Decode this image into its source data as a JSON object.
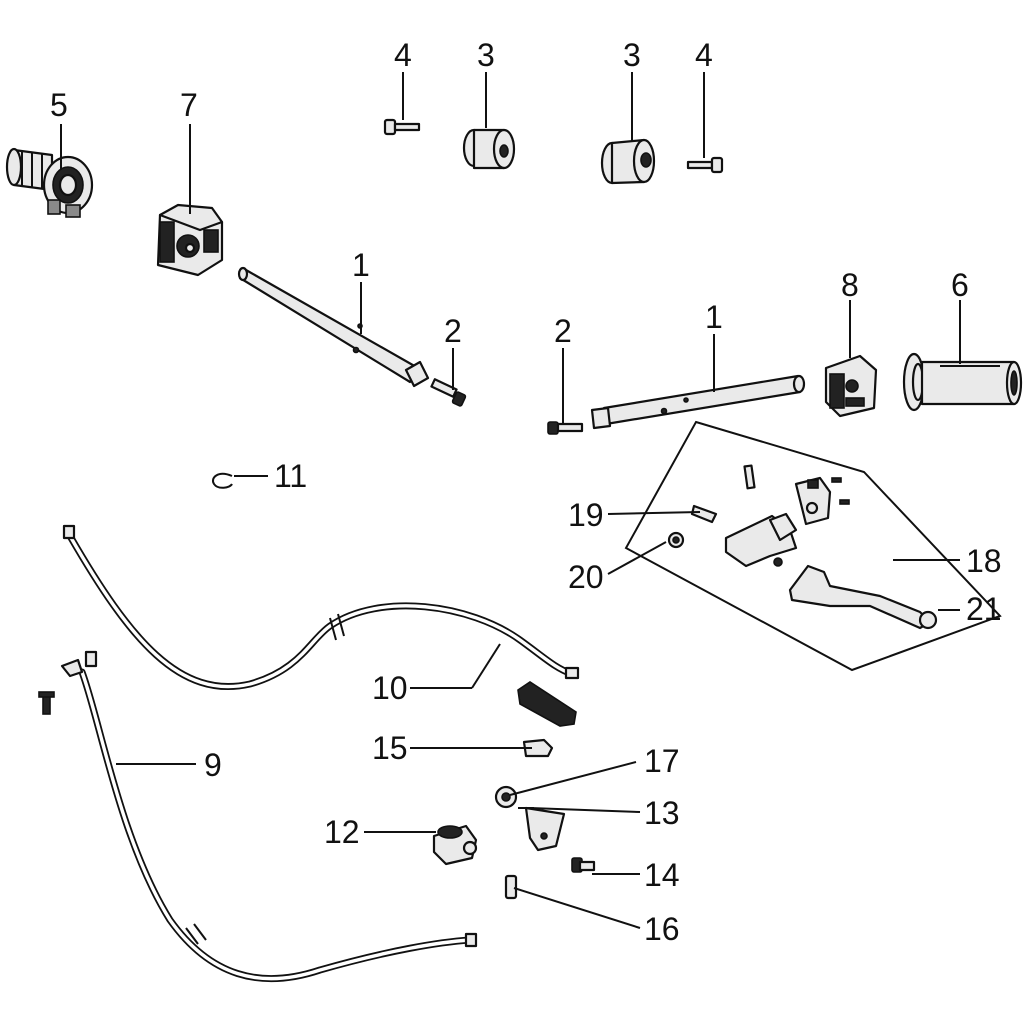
{
  "callouts": {
    "c1a": "1",
    "c1b": "1",
    "c2a": "2",
    "c2b": "2",
    "c3a": "3",
    "c3b": "3",
    "c4a": "4",
    "c4b": "4",
    "c5": "5",
    "c6": "6",
    "c7": "7",
    "c8": "8",
    "c9": "9",
    "c10": "10",
    "c11": "11",
    "c12": "12",
    "c13": "13",
    "c14": "14",
    "c15": "15",
    "c16": "16",
    "c17": "17",
    "c18": "18",
    "c19": "19",
    "c20": "20",
    "c21": "21"
  }
}
